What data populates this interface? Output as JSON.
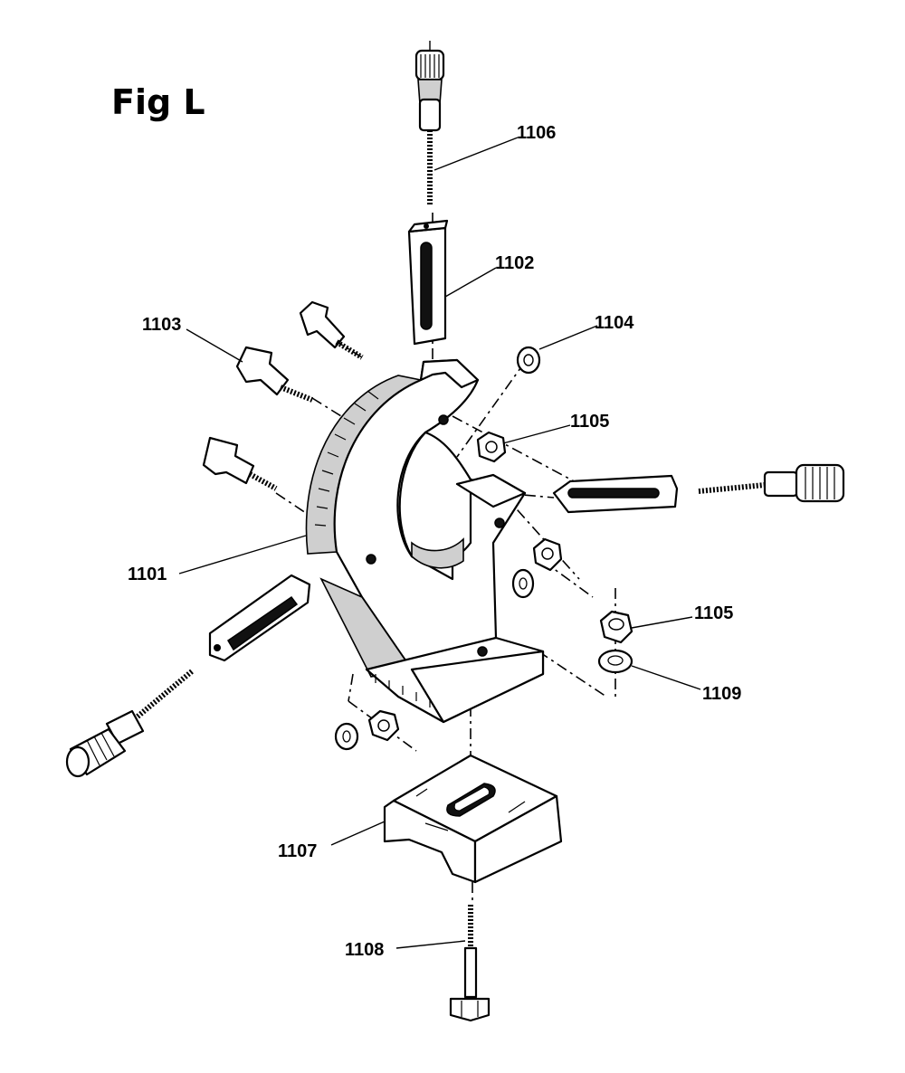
{
  "figure": {
    "title": "Fig L"
  },
  "callouts": [
    {
      "id": "c1106",
      "label": "1106"
    },
    {
      "id": "c1102",
      "label": "1102"
    },
    {
      "id": "c1103",
      "label": "1103"
    },
    {
      "id": "c1104",
      "label": "1104"
    },
    {
      "id": "c1105a",
      "label": "1105"
    },
    {
      "id": "c1101",
      "label": "1101"
    },
    {
      "id": "c1105b",
      "label": "1105"
    },
    {
      "id": "c1109",
      "label": "1109"
    },
    {
      "id": "c1107",
      "label": "1107"
    },
    {
      "id": "c1108",
      "label": "1108"
    }
  ]
}
